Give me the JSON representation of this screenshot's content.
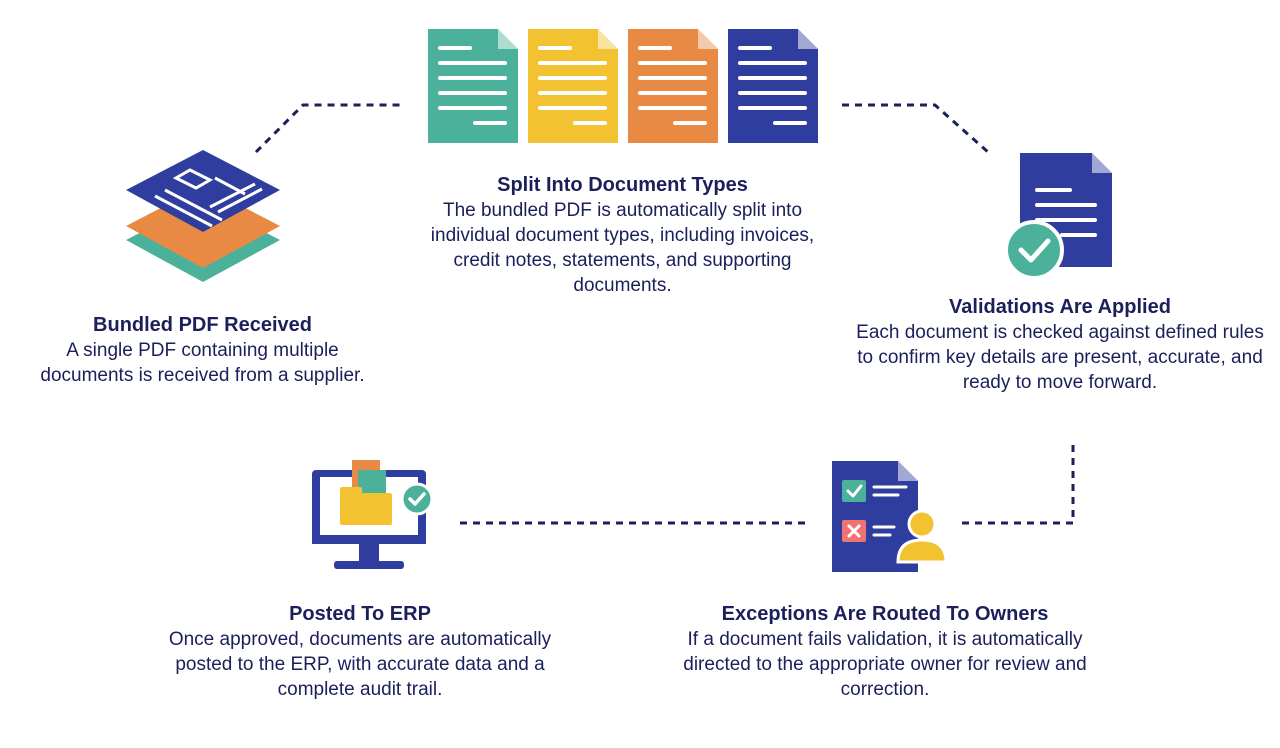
{
  "colors": {
    "navy": "#2f3e9e",
    "teal": "#4cb19a",
    "yellow": "#f2c230",
    "orange": "#e88a43",
    "red": "#f07373",
    "text": "#1b1f5a",
    "connector": "#1b1f5a"
  },
  "steps": {
    "bundled": {
      "icon": "stacked-documents-icon",
      "title": "Bundled PDF Received",
      "description": "A single PDF containing multiple documents is received from a supplier."
    },
    "split": {
      "icon": "four-colored-documents-icon",
      "title": "Split Into Document Types",
      "description": "The bundled PDF is automatically split into individual document types, including invoices, credit notes, statements, and supporting documents."
    },
    "validate": {
      "icon": "document-check-icon",
      "title": "Validations Are Applied",
      "description": "Each document is checked against defined rules to confirm key details are present, accurate, and ready to move forward."
    },
    "exceptions": {
      "icon": "checklist-user-icon",
      "title": "Exceptions Are Routed To Owners",
      "description": "If a document fails validation, it is automatically directed to the appropriate owner for review and correction."
    },
    "posted": {
      "icon": "monitor-folder-check-icon",
      "title": "Posted To ERP",
      "description": "Once approved, documents are automatically posted to the ERP, with accurate data and a complete audit trail."
    }
  }
}
